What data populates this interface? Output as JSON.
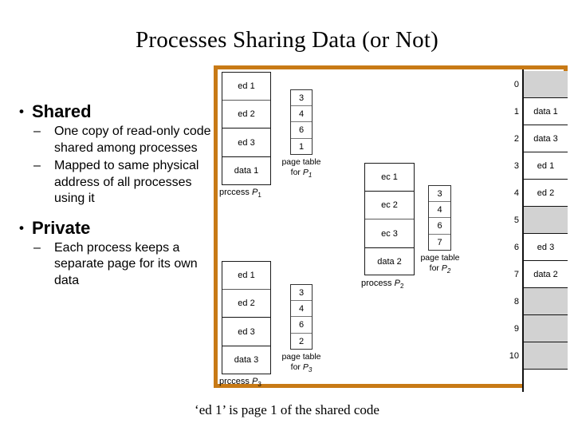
{
  "slide": {
    "title": "Processes Sharing Data (or Not)",
    "caption": "‘ed 1’ is page 1 of the shared code"
  },
  "bullets": [
    {
      "marker": "•",
      "label": "Shared",
      "sub_marker": "–",
      "subs": [
        "One copy of read-only code shared among processes",
        "Mapped to same physical address of all processes using it"
      ]
    },
    {
      "marker": "•",
      "label": "Private",
      "sub_marker": "–",
      "subs": [
        "Each process keeps a separate page for its own data"
      ]
    }
  ],
  "figure": {
    "border_color": "#C87A16",
    "empty_frame_color": "#D2D2D2",
    "processes": [
      {
        "id": "p1",
        "label_prefix": "prccess",
        "label_name": "P",
        "label_sub": "1",
        "rows": [
          "ed 1",
          "ed 2",
          "ed 3",
          "data 1"
        ],
        "page_table": {
          "entries": [
            "3",
            "4",
            "6",
            "1"
          ],
          "caption_line1": "page table",
          "caption_line2_prefix": "for",
          "caption_name": "P",
          "caption_sub": "1"
        }
      },
      {
        "id": "p2",
        "label_prefix": "process",
        "label_name": "P",
        "label_sub": "2",
        "rows": [
          "ec 1",
          "ec 2",
          "ec 3",
          "data 2"
        ],
        "page_table": {
          "entries": [
            "3",
            "4",
            "6",
            "7"
          ],
          "caption_line1": "page table",
          "caption_line2_prefix": "for",
          "caption_name": "P",
          "caption_sub": "2"
        }
      },
      {
        "id": "p3",
        "label_prefix": "prccess",
        "label_name": "P",
        "label_sub": "3",
        "rows": [
          "ed 1",
          "ed 2",
          "ed 3",
          "data 3"
        ],
        "page_table": {
          "entries": [
            "3",
            "4",
            "6",
            "2"
          ],
          "caption_line1": "page table",
          "caption_line2_prefix": "for",
          "caption_name": "P",
          "caption_sub": "3"
        }
      }
    ],
    "memory_frames": [
      {
        "index": "0",
        "content": "",
        "empty": true
      },
      {
        "index": "1",
        "content": "data 1",
        "empty": false
      },
      {
        "index": "2",
        "content": "data 3",
        "empty": false
      },
      {
        "index": "3",
        "content": "ed 1",
        "empty": false
      },
      {
        "index": "4",
        "content": "ed 2",
        "empty": false
      },
      {
        "index": "5",
        "content": "",
        "empty": true
      },
      {
        "index": "6",
        "content": "ed 3",
        "empty": false
      },
      {
        "index": "7",
        "content": "data 2",
        "empty": false
      },
      {
        "index": "8",
        "content": "",
        "empty": true
      },
      {
        "index": "9",
        "content": "",
        "empty": true
      },
      {
        "index": "10",
        "content": "",
        "empty": true
      },
      {
        "index": "",
        "content": "",
        "empty": false
      }
    ]
  }
}
